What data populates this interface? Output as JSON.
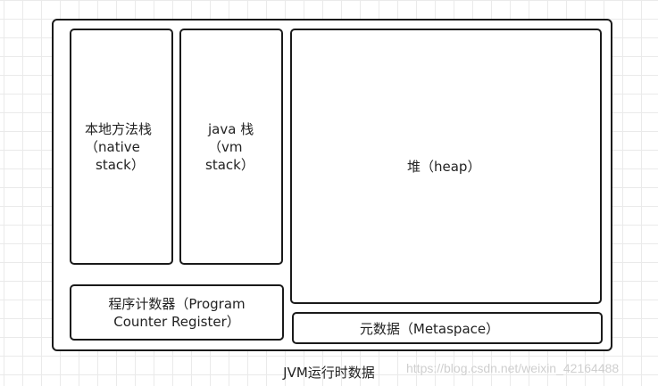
{
  "diagram": {
    "native_stack": [
      "本地方法栈",
      "（native",
      "stack）"
    ],
    "java_stack": [
      "java 栈",
      "（vm",
      "stack）"
    ],
    "heap": "堆（heap）",
    "program_counter": [
      "程序计数器（Program",
      "Counter Register）"
    ],
    "metaspace": "元数据（Metaspace）",
    "caption": "JVM运行时数据",
    "watermark": "https://blog.csdn.net/weixin_42164488"
  }
}
